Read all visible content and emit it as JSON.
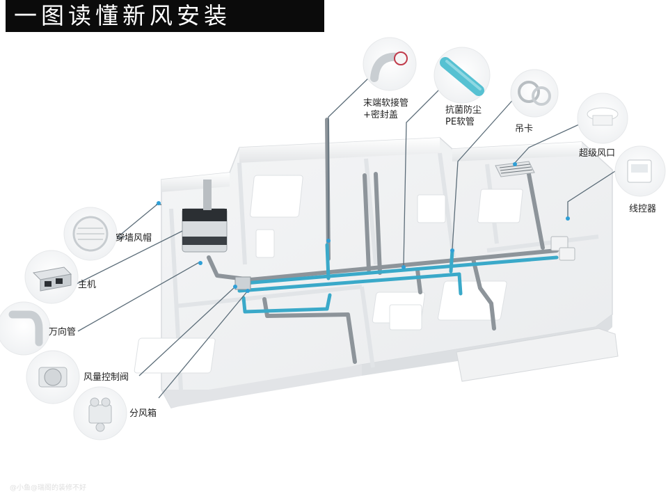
{
  "title": "一图读懂新风安装",
  "components": {
    "terminal_hose": {
      "line1": "末端软接管",
      "line2": "+密封盖"
    },
    "pe_hose": {
      "line1": "抗菌防尘",
      "line2": "PE软管"
    },
    "hanger": "吊卡",
    "vent": "超级风口",
    "controller": "线控器",
    "wall_hood": "穿墙风帽",
    "main_unit": "主机",
    "universal_pipe": "万向管",
    "damper": "风量控制阀",
    "distribution_box": "分风箱"
  },
  "watermark": "@小鱼@瑞阁的装修不好",
  "colors": {
    "title_bg": "#0b0b0b",
    "fresh_air_duct": "#3aa9c9",
    "return_duct": "#8d949a",
    "leader_line": "#5b6c78",
    "connector_dot": "#2f9fd6"
  }
}
